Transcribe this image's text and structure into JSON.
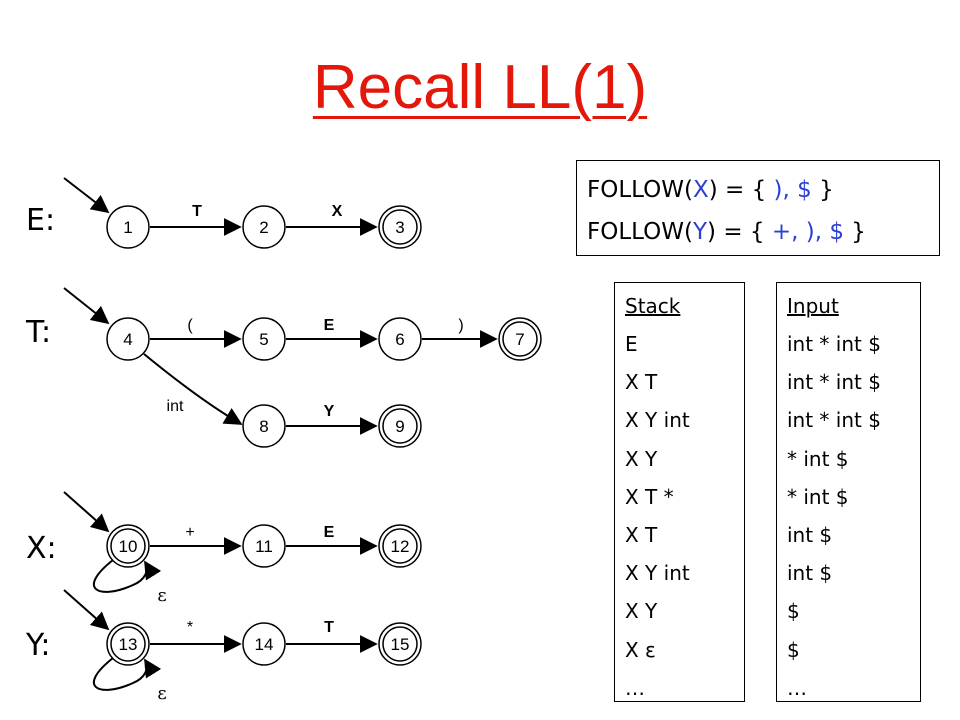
{
  "title": "Recall LL(1)",
  "nonterminals": [
    {
      "label": "E:",
      "states": [
        "1",
        "2",
        "3"
      ],
      "edges": [
        "T",
        "X"
      ]
    },
    {
      "label": "T:",
      "states": [
        "4",
        "5",
        "6",
        "7",
        "8",
        "9"
      ],
      "edges": [
        "(",
        "E",
        ")",
        "int",
        "Y"
      ]
    },
    {
      "label": "X:",
      "states": [
        "10",
        "11",
        "12"
      ],
      "edges": [
        "+",
        "E",
        "ε"
      ]
    },
    {
      "label": "Y:",
      "states": [
        "13",
        "14",
        "15"
      ],
      "edges": [
        "*",
        "T",
        "ε"
      ]
    }
  ],
  "follow": {
    "x": {
      "prefix": "FOLLOW(",
      "sym": "X",
      "mid": ") = { ",
      "items": "), $",
      "suffix": " }"
    },
    "y": {
      "prefix": "FOLLOW(",
      "sym": "Y",
      "mid": ") = { ",
      "items": "+, ), $",
      "suffix": " }"
    }
  },
  "trace": {
    "stack_header": "Stack",
    "input_header": "Input",
    "stack": [
      "E",
      "X T",
      "X Y int",
      "X Y",
      "X T *",
      "X T",
      "X Y int",
      "X Y",
      "X ε",
      "…"
    ],
    "input": [
      "int * int $",
      "int * int $",
      "int * int $",
      "* int $",
      "* int $",
      "int $",
      "int $",
      "$",
      "$",
      "…"
    ]
  },
  "colors": {
    "title": "#e3170a",
    "highlight": "#2b3fd6"
  }
}
